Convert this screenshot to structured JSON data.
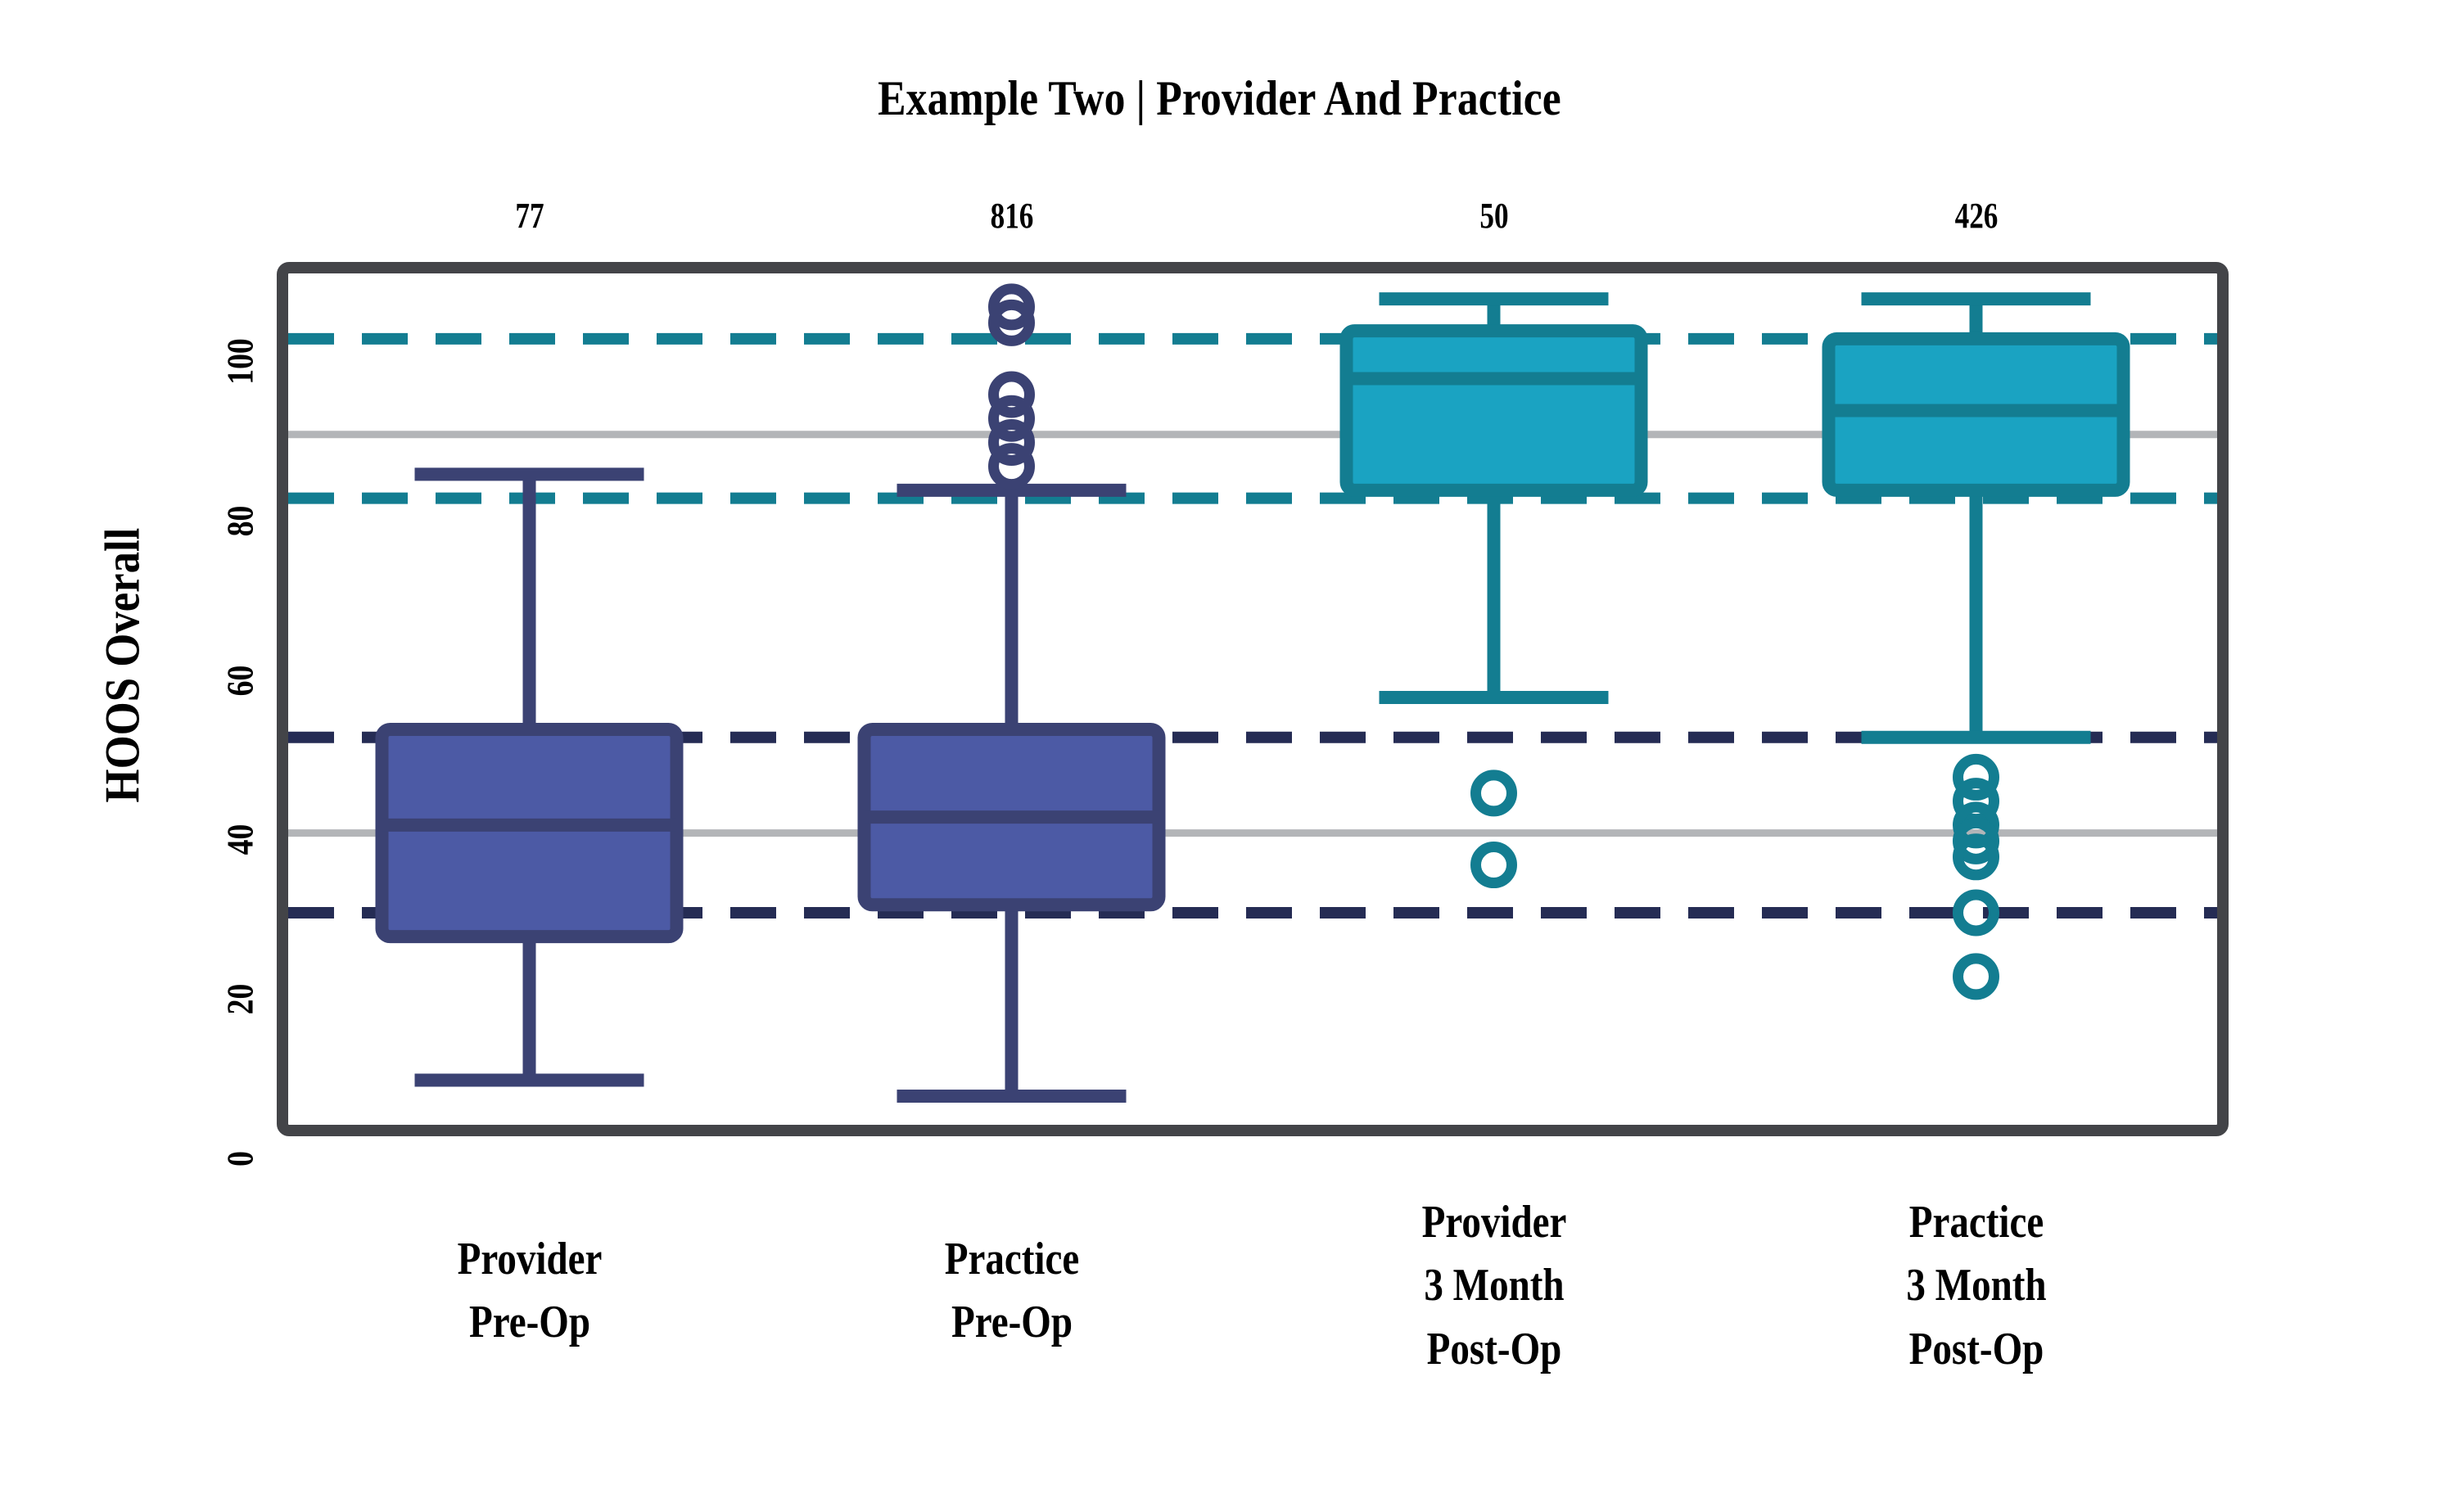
{
  "chart_data": {
    "type": "box",
    "title": "Example Two | Provider And Practice",
    "xlabel": "",
    "ylabel": "HOOS Overall",
    "ylim": [
      -4,
      104
    ],
    "yticks": [
      0,
      20,
      40,
      60,
      80,
      100
    ],
    "ytick_labels": [
      "0",
      "20",
      "40",
      "60",
      "80",
      "100"
    ],
    "grid": false,
    "legend": "none",
    "categories": [
      "Provider\nPre-Op",
      "Practice\nPre-Op",
      "Provider\n3 Month\nPost-Op",
      "Practice\n3 Month\nPost-Op"
    ],
    "category_lines": [
      [
        "Provider",
        "Pre-Op"
      ],
      [
        "Practice",
        "Pre-Op"
      ],
      [
        "Provider",
        "3 Month",
        "Post-Op"
      ],
      [
        "Practice",
        "3 Month",
        "Post-Op"
      ]
    ],
    "counts": [
      77,
      816,
      50,
      426
    ],
    "count_labels": [
      "77",
      "816",
      "50",
      "426"
    ],
    "boxes": [
      {
        "name": "Provider Pre-Op",
        "group": "pre-op",
        "color": "#4c5aa5",
        "edge": "#3b4273",
        "whisker_low": 2,
        "q1": 20,
        "median": 34,
        "q3": 46,
        "whisker_high": 78,
        "outliers": []
      },
      {
        "name": "Practice Pre-Op",
        "group": "pre-op",
        "color": "#4c5aa5",
        "edge": "#3b4273",
        "whisker_low": 0,
        "q1": 24,
        "median": 35,
        "q3": 46,
        "whisker_high": 76,
        "outliers": [
          99,
          97,
          88,
          85,
          82,
          79
        ]
      },
      {
        "name": "Provider 3 Month Post-Op",
        "group": "post-op",
        "color": "#1aa3c2",
        "edge": "#137d91",
        "whisker_low": 50,
        "q1": 76,
        "median": 90,
        "q3": 96,
        "whisker_high": 100,
        "outliers": [
          38,
          29
        ]
      },
      {
        "name": "Practice 3 Month Post-Op",
        "group": "post-op",
        "color": "#1aa3c2",
        "edge": "#137d91",
        "whisker_low": 45,
        "q1": 76,
        "median": 86,
        "q3": 95,
        "whisker_high": 100,
        "outliers": [
          40,
          37,
          34,
          32,
          30,
          23,
          15
        ]
      }
    ],
    "reference_lines": [
      {
        "name": "post-op-upper-reference",
        "value": 95,
        "color": "#137d91",
        "style": "dashed"
      },
      {
        "name": "post-op-mean-reference",
        "value": 83,
        "color": "#b3b5b8",
        "style": "solid"
      },
      {
        "name": "post-op-lower-reference",
        "value": 75,
        "color": "#137d91",
        "style": "dashed"
      },
      {
        "name": "pre-op-upper-reference",
        "value": 45,
        "color": "#252c54",
        "style": "dashed"
      },
      {
        "name": "pre-op-mean-reference",
        "value": 33,
        "color": "#b3b5b8",
        "style": "solid"
      },
      {
        "name": "pre-op-lower-reference",
        "value": 23,
        "color": "#252c54",
        "style": "dashed"
      }
    ],
    "colors": {
      "pre_op_fill": "#4c5aa5",
      "pre_op_edge": "#3b4273",
      "post_op_fill": "#1aa3c2",
      "post_op_edge": "#137d91",
      "plot_border": "#434448",
      "gray_reference": "#b3b5b8",
      "background": "#ffffff",
      "text": "#000000"
    }
  }
}
